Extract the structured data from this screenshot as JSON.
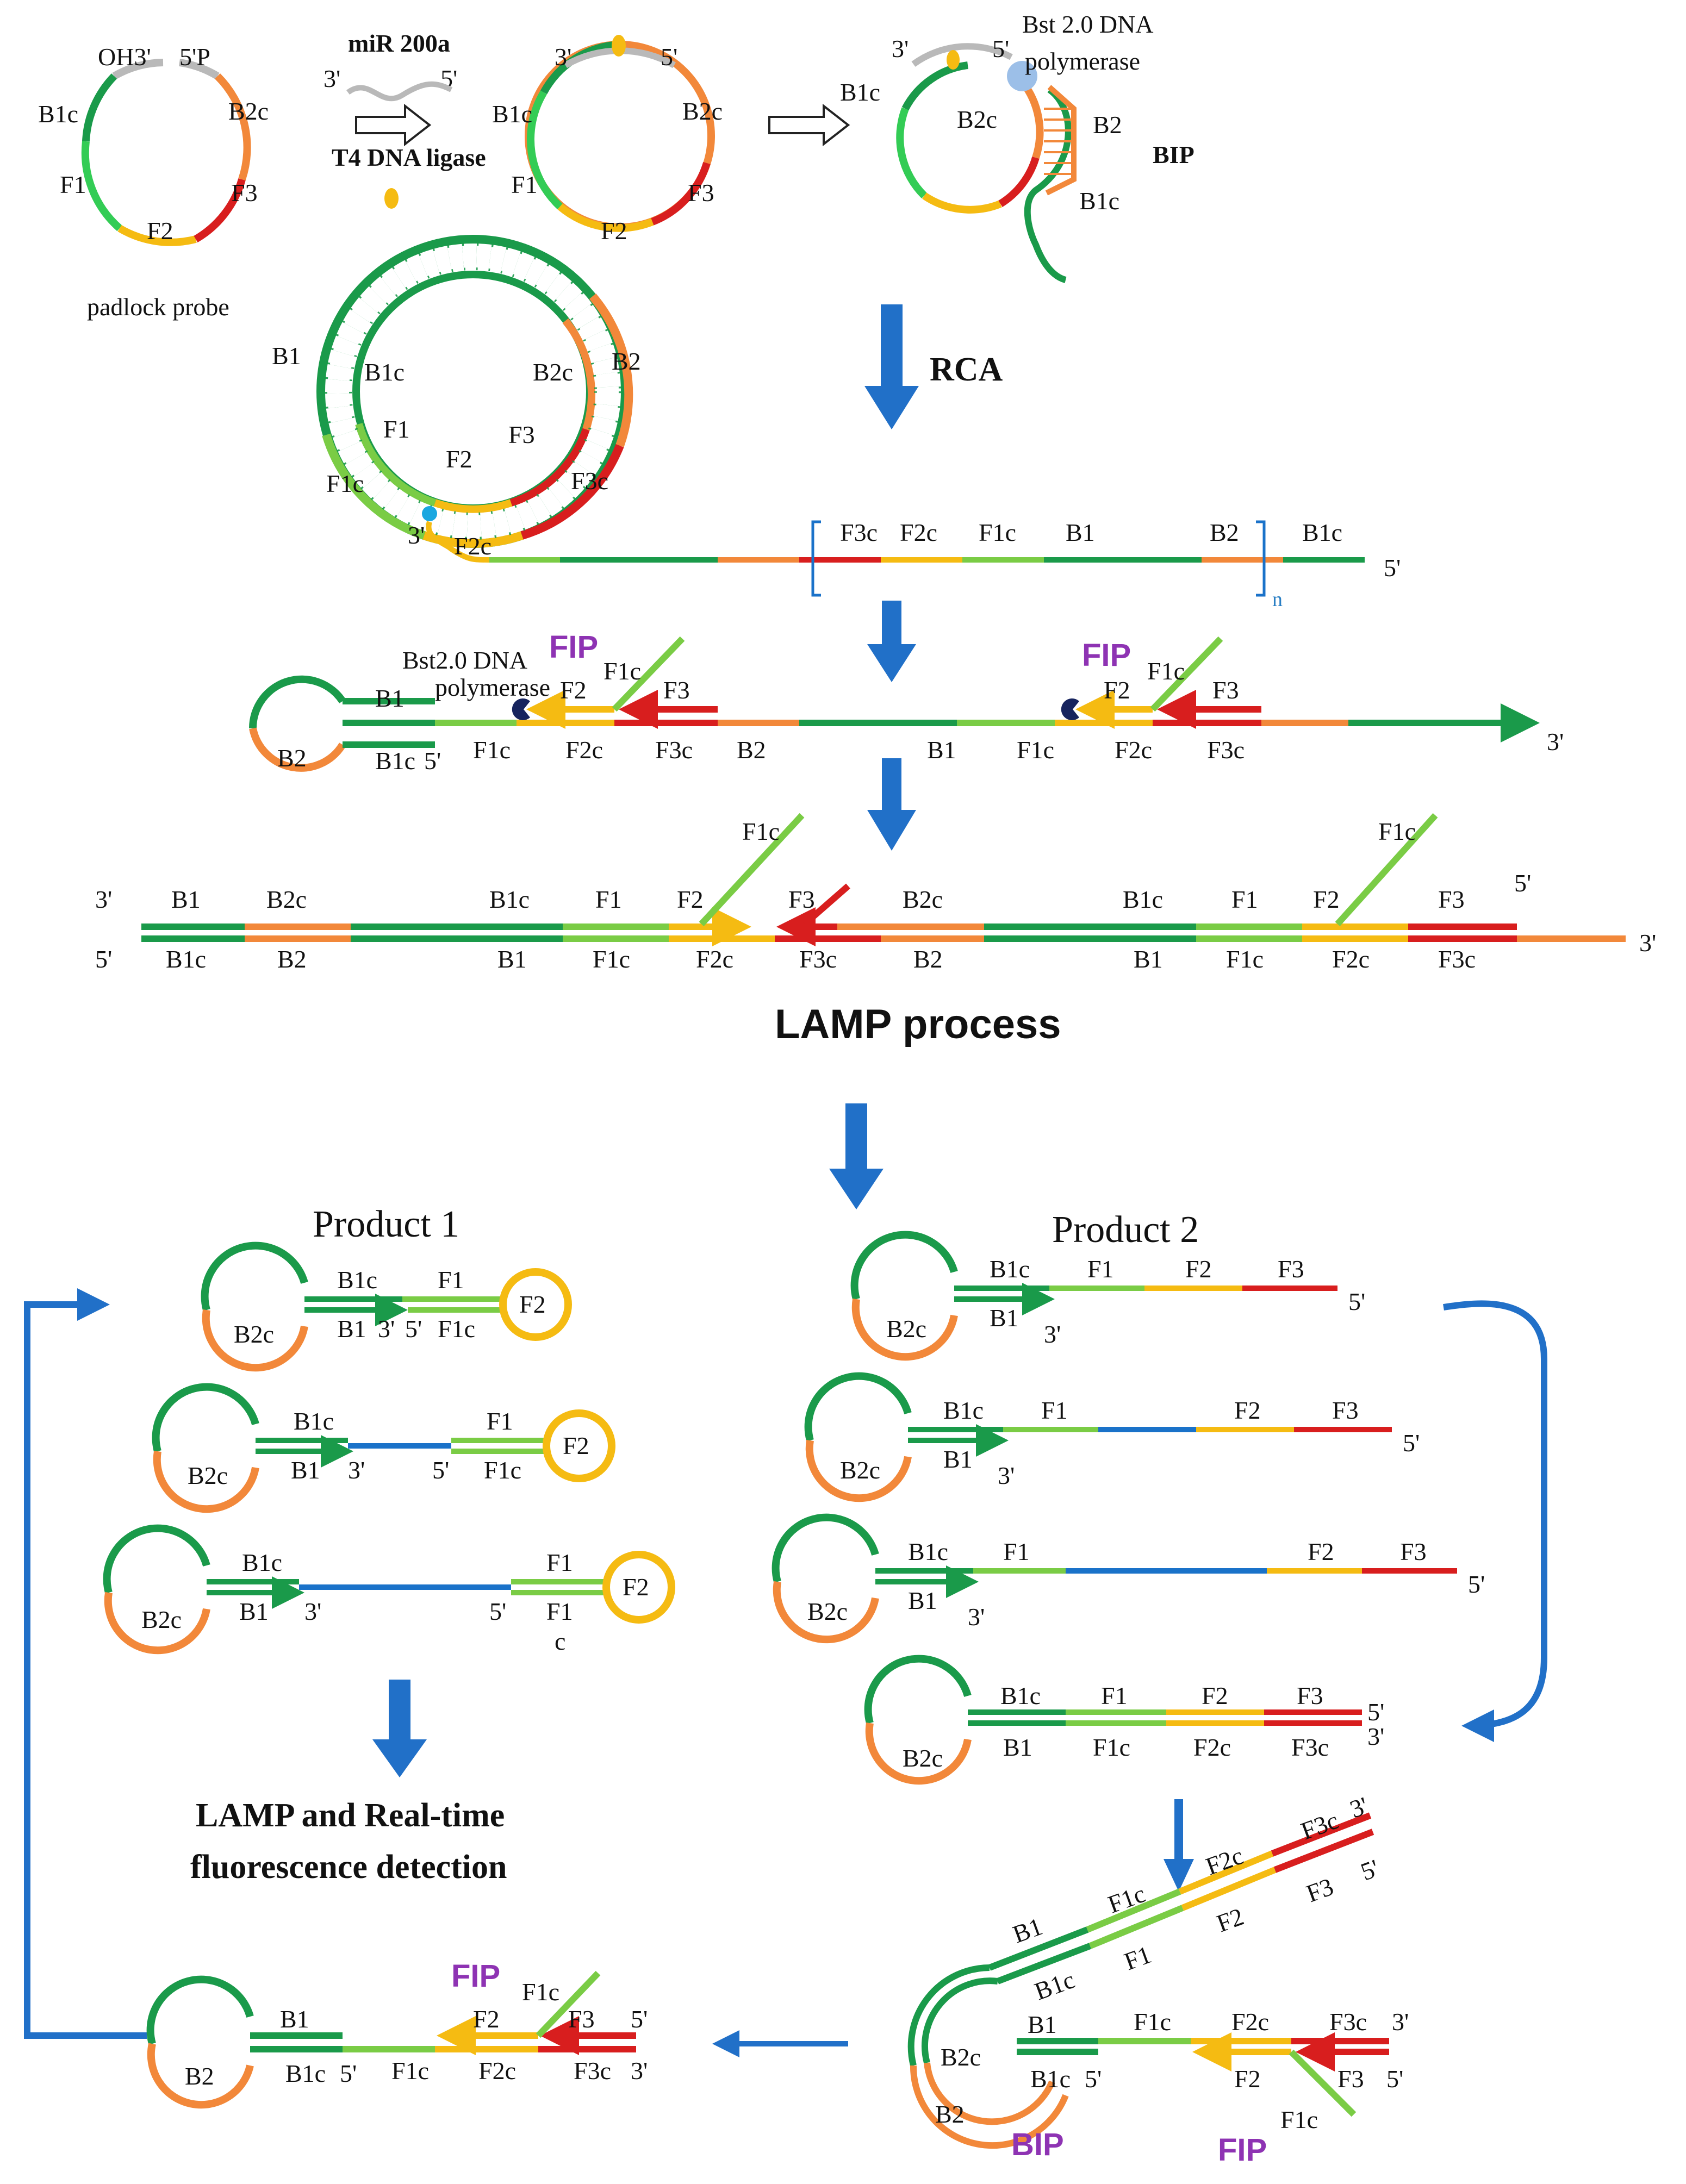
{
  "colors": {
    "dark_green": "#1a9a4a",
    "light_green": "#7acc45",
    "bright_green": "#33cc55",
    "orange": "#f2883a",
    "red": "#d81e1e",
    "yellow": "#f5bb12",
    "blue": "#1a72c9",
    "gray": "#b9b9b9",
    "purple": "#8e33b3",
    "arrow_blue": "#2170c8",
    "navy": "#17245e"
  },
  "top": {
    "probe_labels": {
      "oh3": "OH3'",
      "p5": "5'P",
      "b1c": "B1c",
      "b2c": "B2c",
      "f1": "F1",
      "f3": "F3",
      "f2": "F2"
    },
    "mirna_label": "miR 200a",
    "mirna_3": "3'",
    "mirna_5": "5'",
    "ligase_label": "T4 DNA ligase",
    "hyb_labels": {
      "three": "3'",
      "five": "5'",
      "b1c": "B1c",
      "b2c": "B2c",
      "f1": "F1",
      "f3": "F3",
      "f2": "F2"
    },
    "poly_label_1": "Bst 2.0 DNA",
    "poly_label_2": "polymerase",
    "ext_labels": {
      "three": "3'",
      "five": "5'",
      "b1c": "B1c",
      "b2c": "B2c",
      "b2": "B2",
      "b1c_tail": "B1c",
      "bip": "BIP"
    }
  },
  "padlock": {
    "title": "padlock probe",
    "outer": {
      "b1": "B1",
      "b2": "B2",
      "f1c": "F1c",
      "f3c": "F3c",
      "f2c": "F2c",
      "three": "3'"
    },
    "inner": {
      "b1c": "B1c",
      "b2c": "B2c",
      "f1": "F1",
      "f2": "F2",
      "f3": "F3"
    }
  },
  "rca": {
    "label": "RCA",
    "repeat_labels": [
      "F3c",
      "F2c",
      "F1c",
      "B1",
      "B2",
      "B1c"
    ],
    "five": "5'",
    "n": "n"
  },
  "fip_stage": {
    "poly_1": "Bst2.0 DNA",
    "poly_2": "polymerase",
    "fip": "FIP",
    "upper": {
      "b1": "B1",
      "f2": "F2",
      "f1c": "F1c",
      "f3": "F3"
    },
    "lower": {
      "b2": "B2",
      "b1c": "B1c",
      "five": "5'",
      "f1c": "F1c",
      "f2c": "F2c",
      "f3c": "F3c",
      "b2b": "B2",
      "b1": "B1"
    },
    "fip2": "FIP",
    "upper2": {
      "f1c": "F1c",
      "f2": "F2",
      "f3": "F3"
    },
    "lower2": {
      "f1c": "F1c",
      "f2c": "F2c",
      "f3c": "F3c"
    },
    "three": "3'"
  },
  "duplex": {
    "left_top": "3'",
    "left_bot": "5'",
    "top_labels": [
      "B1",
      "B2c",
      "B1c",
      "F1",
      "F2",
      "F1c",
      "F3",
      "B2c",
      "B1c",
      "F1",
      "F2",
      "F1c",
      "F3",
      "5'"
    ],
    "bot_labels": [
      "B1c",
      "B2",
      "B1",
      "F1c",
      "F2c",
      "F3c",
      "B2",
      "B1",
      "F1c",
      "F2c",
      "F3c"
    ],
    "right_three": "3'"
  },
  "lamp_process": "LAMP process",
  "product1": {
    "title": "Product 1",
    "items": [
      {
        "b2c": "B2c",
        "b1c": "B1c",
        "b1": "B1",
        "three": "3'",
        "five": "5'",
        "f1": "F1",
        "f1c": "F1c",
        "f2": "F2"
      },
      {
        "b2c": "B2c",
        "b1c": "B1c",
        "b1": "B1",
        "three": "3'",
        "five": "5'",
        "f1": "F1",
        "f1c": "F1c",
        "f2": "F2"
      },
      {
        "b2c": "B2c",
        "b1c": "B1c",
        "b1": "B1",
        "three": "3'",
        "five": "5'",
        "f1": "F1",
        "f1c_a": "F1",
        "f1c_b": "c",
        "f2": "F2"
      }
    ]
  },
  "product2": {
    "title": "Product 2",
    "items": [
      {
        "b2c": "B2c",
        "b1c": "B1c",
        "b1": "B1",
        "three": "3'",
        "f1": "F1",
        "f2": "F2",
        "f3": "F3",
        "five": "5'"
      },
      {
        "b2c": "B2c",
        "b1c": "B1c",
        "b1": "B1",
        "three": "3'",
        "f1": "F1",
        "f2": "F2",
        "f3": "F3",
        "five": "5'"
      },
      {
        "b2c": "B2c",
        "b1c": "B1c",
        "b1": "B1",
        "three": "3'",
        "f1": "F1",
        "f2": "F2",
        "f3": "F3",
        "five": "5'"
      }
    ],
    "full": {
      "b2c": "B2c",
      "b1c": "B1c",
      "b1": "B1",
      "f1": "F1",
      "f1c": "F1c",
      "f2": "F2",
      "f2c": "F2c",
      "f3": "F3",
      "f3c": "F3c",
      "five": "5'",
      "three": "3'"
    }
  },
  "detection": {
    "line1": "LAMP and Real-time",
    "line2": "fluorescence detection"
  },
  "bottom_left": {
    "fip": "FIP",
    "b1": "B1",
    "b2": "B2",
    "b1c": "B1c",
    "five": "5'",
    "f1c": "F1c",
    "f2c": "F2c",
    "f3c": "F3c",
    "three": "3'",
    "f2": "F2",
    "f1c_up": "F1c",
    "f3": "F3",
    "five_up": "5'"
  },
  "bottom_right": {
    "diag": {
      "b1": "B1",
      "f1c": "F1c",
      "f2c": "F2c",
      "f3c": "F3c",
      "three": "3'",
      "b1c": "B1c",
      "f1": "F1",
      "f2": "F2",
      "f3": "F3",
      "five": "5'"
    },
    "low": {
      "b2c": "B2c",
      "b1": "B1",
      "b1c": "B1c",
      "five": "5'",
      "f1c": "F1c",
      "f2c": "F2c",
      "f3c": "F3c",
      "three": "3'",
      "f2": "F2",
      "f3": "F3",
      "five2": "5'",
      "f1c_tail": "F1c",
      "b2": "B2"
    },
    "bip": "BIP",
    "fip": "FIP"
  }
}
